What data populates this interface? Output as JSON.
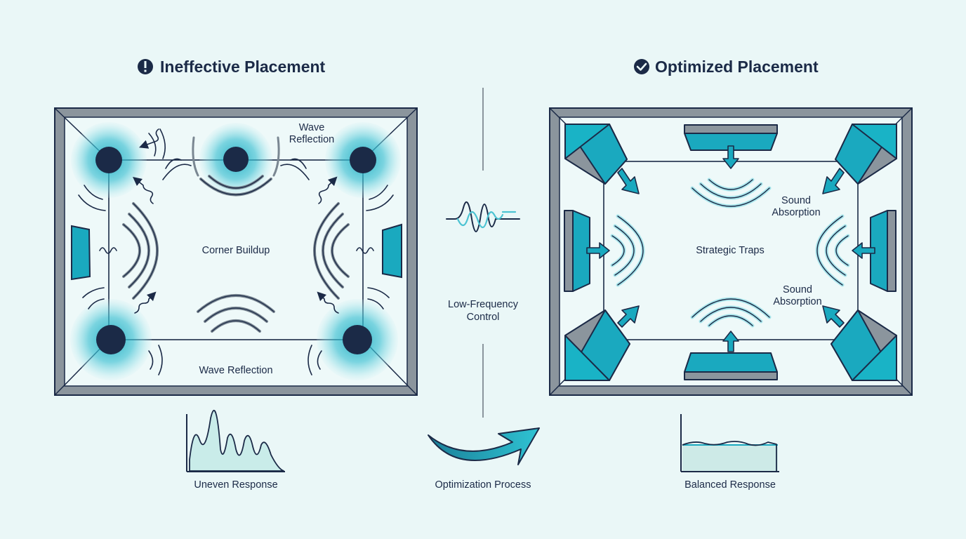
{
  "left_panel": {
    "heading": "Ineffective Placement",
    "icon": "exclamation-icon",
    "labels": {
      "wave_reflection_top": [
        "Wave",
        "Reflection"
      ],
      "corner_buildup": "Corner Buildup",
      "wave_reflection_bottom": "Wave Reflection"
    },
    "caption": "Uneven Response"
  },
  "right_panel": {
    "heading": "Optimized Placement",
    "icon": "check-icon",
    "labels": {
      "sound_absorption_top": [
        "Sound",
        "Absorption"
      ],
      "strategic_traps": "Strategic Traps",
      "sound_absorption_bottom": [
        "Sound",
        "Absorption"
      ]
    },
    "caption": "Balanced Response"
  },
  "center": {
    "label": [
      "Low-Frequency",
      "Control"
    ],
    "caption": "Optimization Process"
  },
  "colors": {
    "background": "#eaf7f7",
    "navy": "#1b2a47",
    "teal": "#1aa9bf",
    "light_teal": "#7fd6e0",
    "wall_gray": "#8b959d"
  }
}
